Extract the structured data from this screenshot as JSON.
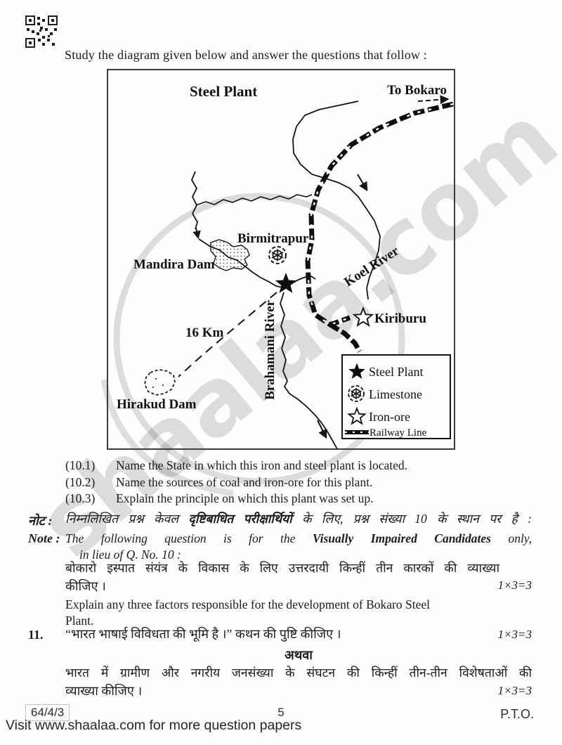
{
  "header": {
    "instruction": "Study the diagram given below and answer the questions that follow :"
  },
  "map": {
    "title": "Steel Plant",
    "to_bokaro": "To Bokaro",
    "labels": {
      "birmitrapur": "Birmitrapur",
      "mandira_dam": "Mandira Dam",
      "koel_river": "Koel River",
      "kiriburu": "Kiriburu",
      "distance": "16 Km",
      "brahamani_river": "Brahamani River",
      "hirakud_dam": "Hirakud Dam"
    },
    "legend": {
      "steel_plant": "Steel Plant",
      "limestone": "Limestone",
      "iron_ore": "Iron-ore",
      "railway_line": "Railway Line"
    }
  },
  "questions": {
    "items": [
      {
        "num": "(10.1)",
        "text": "Name the State in which this iron and steel plant is located."
      },
      {
        "num": "(10.2)",
        "text": "Name the sources of coal and iron-ore for this plant."
      },
      {
        "num": "(10.3)",
        "text": "Explain the principle on which this plant was set up."
      }
    ],
    "note": {
      "hi_label": "नोट :",
      "hi_prefix": "निम्नलिखित प्रश्न केवल ",
      "hi_bold": "दृष्टिबाधित परीक्षार्थियों",
      "hi_suffix": " के लिए, प्रश्न संख्या 10 के स्थान पर है :",
      "en_label": "Note :",
      "en_prefix": "The following question is for the ",
      "en_bold": "Visually Impaired Candidates",
      "en_suffix": " only,",
      "en_line2": "in lieu of Q. No. 10 :"
    },
    "vi_question": {
      "hi_line1": "बोकारो इस्पात संयंत्र के विकास के लिए उत्तरदायी किन्हीं तीन कारकों की व्याख्या",
      "hi_line2": "कीजिए ।",
      "marks": "1×3=3",
      "en_line1": "Explain any three factors responsible for the development of Bokaro Steel",
      "en_line2": "Plant."
    },
    "q11": {
      "num": "11.",
      "hi_text": "“भारत भाषाई विविधता की भूमि है ।” कथन की पुष्टि कीजिए ।",
      "marks": "1×3=3",
      "or_label": "अथवा",
      "alt_line1": "भारत में ग्रामीण और नगरीय जनसंख्या के संघटन की किन्हीं तीन-तीन विशेषताओं की",
      "alt_line2": "व्याख्या कीजिए ।",
      "alt_marks": "1×3=3"
    }
  },
  "footer": {
    "code": "64/4/3",
    "page": "5",
    "pto": "P.T.O.",
    "visit": "Visit www.shaalaa.com for more question papers"
  },
  "watermark": {
    "text": "shaalaa.com"
  },
  "colors": {
    "ink": "#1b1b1b",
    "watermark_grey": "#d6d6d6"
  }
}
